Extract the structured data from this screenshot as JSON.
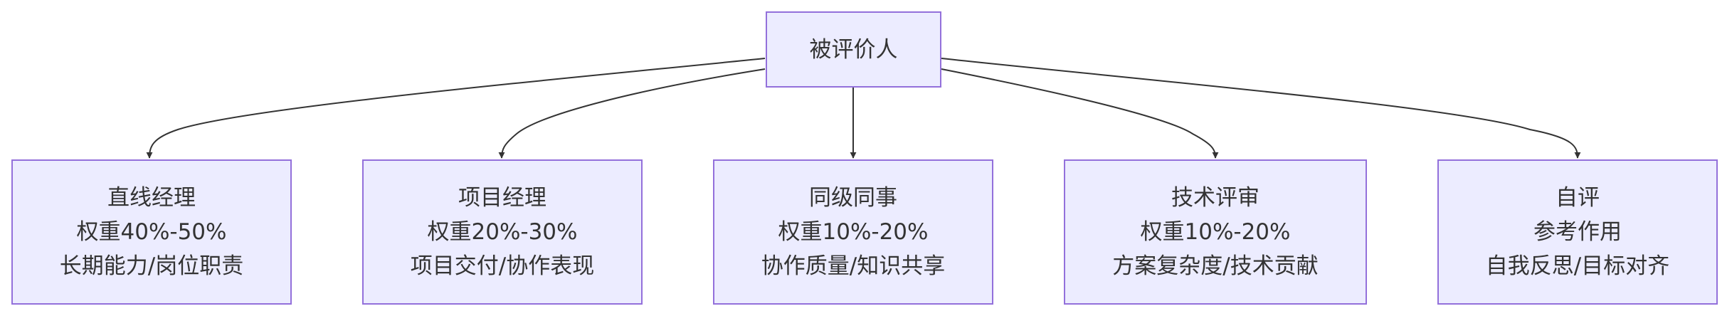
{
  "diagram": {
    "root": {
      "label": "被评价人"
    },
    "children": [
      {
        "id": "line-manager",
        "lines": [
          "直线经理",
          "权重40%-50%",
          "长期能力/岗位职责"
        ]
      },
      {
        "id": "project-manager",
        "lines": [
          "项目经理",
          "权重20%-30%",
          "项目交付/协作表现"
        ]
      },
      {
        "id": "peer",
        "lines": [
          "同级同事",
          "权重10%-20%",
          "协作质量/知识共享"
        ]
      },
      {
        "id": "tech-review",
        "lines": [
          "技术评审",
          "权重10%-20%",
          "方案复杂度/技术贡献"
        ]
      },
      {
        "id": "self-review",
        "lines": [
          "自评",
          "参考作用",
          "自我反思/目标对齐"
        ]
      }
    ]
  },
  "colors": {
    "node_fill": "#ececff",
    "node_border": "#9370db",
    "edge": "#333333",
    "text": "#333333"
  }
}
